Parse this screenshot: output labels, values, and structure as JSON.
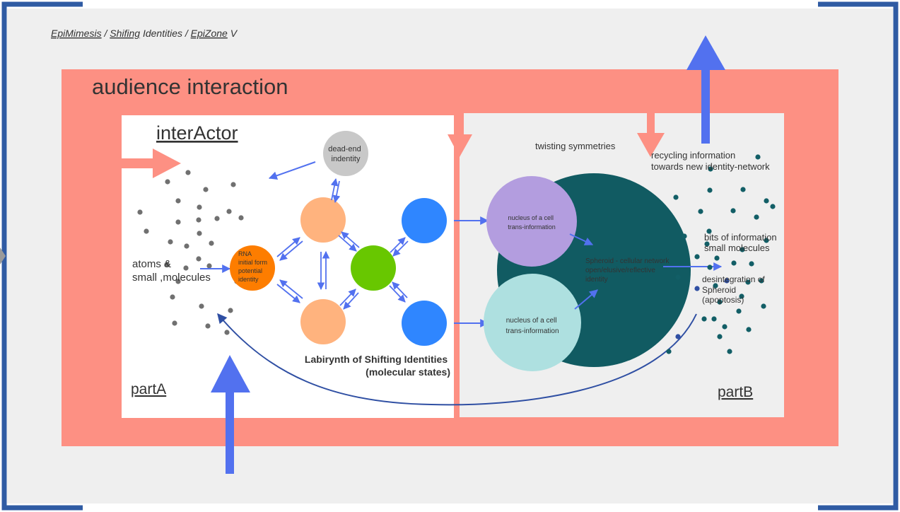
{
  "breadcrumb": {
    "part1": "EpiMimesis",
    "sep1": " / ",
    "part2": "Shifing",
    "part2b": " Identities / ",
    "part3": "EpiZone",
    "part3b": " V"
  },
  "frame_title": "audience interaction",
  "partA": {
    "heading": "interActor",
    "label": "partA",
    "atoms_line1": "atoms &",
    "atoms_line2": "small ,molecules",
    "rna_lines": [
      "RNA",
      "initial form",
      "potential",
      "identity"
    ],
    "deadend_line1": "dead-end",
    "deadend_line2": "indentity",
    "labyrinth_line1": "Labirynth of Shifting Identities",
    "labyrinth_line2": "(molecular states)"
  },
  "partB": {
    "label": "partB",
    "twisting": "twisting symmetries",
    "recycling_line1": "recycling information",
    "recycling_line2": "towards new identity-network",
    "nucleus1_line1": "nucleus of a cell",
    "nucleus1_line2": "trans-information",
    "nucleus2_line1": "nucleus of a cell",
    "nucleus2_line2": "trans-information",
    "spheroid_line1": "Spheroid - cellular network",
    "spheroid_line2": "open/elusive/reflective",
    "spheroid_line3": "identity",
    "bits_line1": "bits of information",
    "bits_line2": "small molecules",
    "desint_line1": "desintegration of",
    "desint_line2": "Spheroid",
    "desint_line3": "(apoptosis)"
  },
  "colors": {
    "frame_salmon": "#fd9083",
    "page_gray": "#efefef",
    "corner_blue": "#2f5ba3",
    "arrow_blue": "#5271ef",
    "peach": "#ffb37e",
    "blue_node": "#2f86ff",
    "green_node": "#68c700",
    "orange_rna": "#fd7d00",
    "deadend_gray": "#c8c8c8",
    "spheroid_teal": "#115b62",
    "lavender": "#b39ddf",
    "pale_teal": "#aee0e0",
    "dot_gray": "#707070",
    "dot_teal": "#125e66"
  }
}
